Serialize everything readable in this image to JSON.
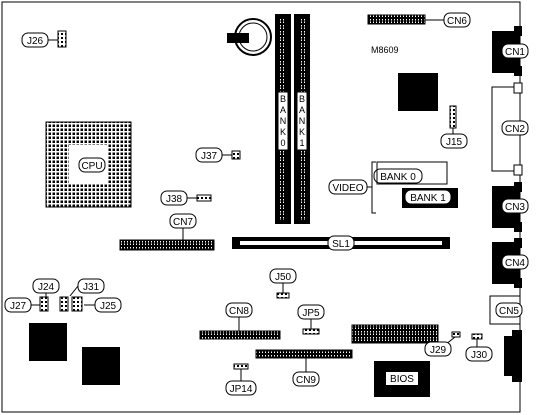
{
  "board": {
    "model": "M8609",
    "labels": {
      "cn1": "CN1",
      "cn2": "CN2",
      "cn3": "CN3",
      "cn4": "CN4",
      "cn5": "CN5",
      "cn6": "CN6",
      "cn7": "CN7",
      "cn8": "CN8",
      "cn9": "CN9",
      "j15": "J15",
      "j24": "J24",
      "j25": "J25",
      "j26": "J26",
      "j27": "J27",
      "j29": "J29",
      "j30": "J30",
      "j31": "J31",
      "j37": "J37",
      "j38": "J38",
      "j50": "J50",
      "jp5": "JP5",
      "jp14": "JP14",
      "cpu": "CPU",
      "sl1": "SL1",
      "video": "VIDEO",
      "bank0": "BANK 0",
      "bank1": "BANK 1",
      "simm_bank0": "BANK0",
      "simm_bank1": "BANK1",
      "bios": "BIOS"
    }
  }
}
